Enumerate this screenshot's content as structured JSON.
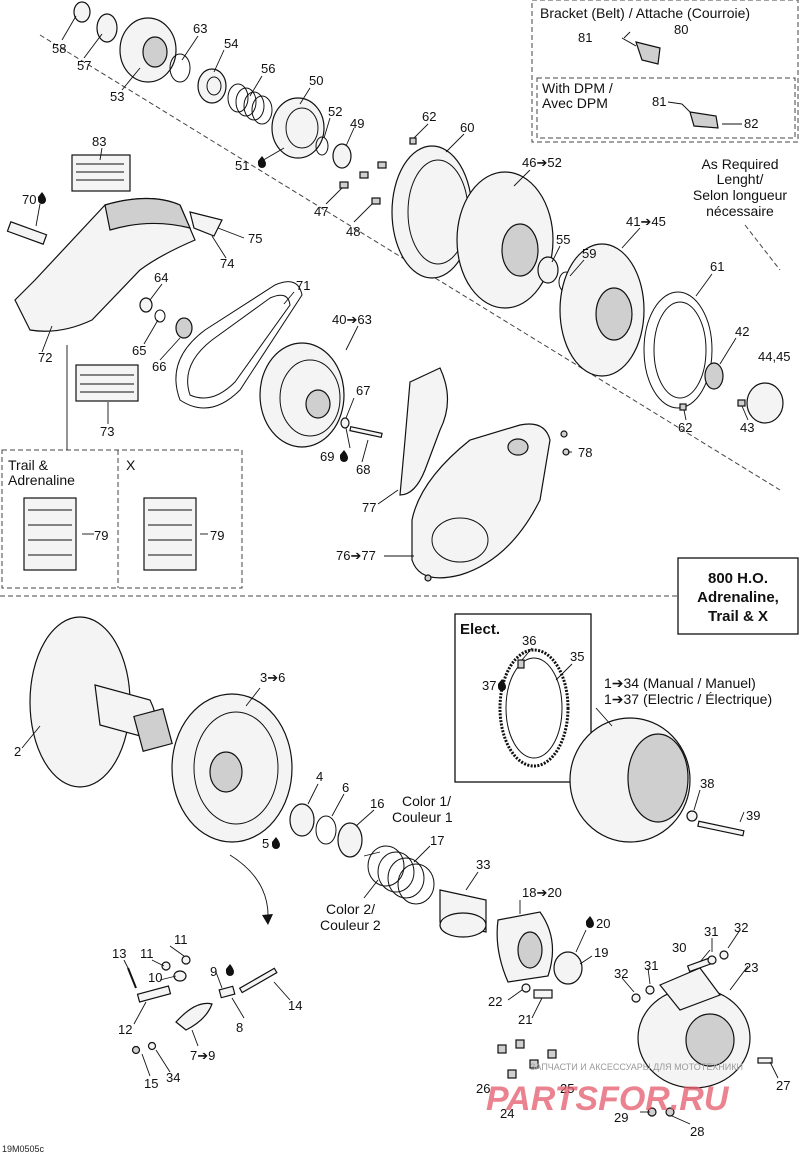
{
  "document_code": "19M0505c",
  "callouts": {
    "c58": "58",
    "c57": "57",
    "c53": "53",
    "c63a": "63",
    "c54": "54",
    "c56": "56",
    "c50": "50",
    "c52": "52",
    "c49": "49",
    "c51": "51",
    "c47": "47",
    "c48": "48",
    "c62a": "62",
    "c60": "60",
    "c46_52": "46➔52",
    "c55": "55",
    "c59": "59",
    "c41_45": "41➔45",
    "c61": "61",
    "c42": "42",
    "c44_45": "44,45",
    "c62b": "62",
    "c43": "43",
    "c83": "83",
    "c70": "70",
    "c75": "75",
    "c74": "74",
    "c64": "64",
    "c65": "65",
    "c66": "66",
    "c72": "72",
    "c73": "73",
    "c71": "71",
    "c40_63": "40➔63",
    "c67": "67",
    "c69": "69",
    "c68": "68",
    "c78": "78",
    "c77": "77",
    "c76_77": "76➔77",
    "c79a": "79",
    "c79b": "79",
    "c81a": "81",
    "c80": "80",
    "c81b": "81",
    "c82": "82",
    "c2": "2",
    "c3_6": "3➔6",
    "c4": "4",
    "c6": "6",
    "c5": "5",
    "c16": "16",
    "c17": "17",
    "c33": "33",
    "c18_20": "18➔20",
    "c20": "20",
    "c19": "19",
    "c36": "36",
    "c35": "35",
    "c37": "37",
    "c38": "38",
    "c39": "39",
    "c13": "13",
    "c11a": "11",
    "c11b": "11",
    "c10": "10",
    "c9": "9",
    "c12": "12",
    "c8": "8",
    "c14": "14",
    "c7_9": "7➔9",
    "c15": "15",
    "c34": "34",
    "c22": "22",
    "c21": "21",
    "c30": "30",
    "c31a": "31",
    "c32a": "32",
    "c23": "23",
    "c32b": "32",
    "c31b": "31",
    "c26": "26",
    "c25": "25",
    "c24": "24",
    "c27": "27",
    "c29": "29",
    "c28": "28"
  },
  "captions": {
    "bracket": "Bracket (Belt) / Attache (Courroie)",
    "dpm_1": "With DPM /",
    "dpm_2": "Avec DPM",
    "as_required_1": "As Required",
    "as_required_2": "Lenght/",
    "as_required_3": "Selon longueur",
    "as_required_4": "nécessaire",
    "trail_1": "Trail &",
    "trail_2": "Adrenaline",
    "x": "X",
    "model_1": "800 H.O.",
    "model_2": "Adrenaline,",
    "model_3": "Trail & X",
    "elect": "Elect.",
    "manual": "1➔34 (Manual / Manuel)",
    "electric": "1➔37 (Electric / Électrique)",
    "color1_1": "Color 1/",
    "color1_2": "Couleur 1",
    "color2_1": "Color 2/",
    "color2_2": "Couleur 2"
  },
  "watermark": {
    "small": "ЗАПЧАСТИ И АКСЕССУАРЫ ДЛЯ МОТОТЕХНИКИ",
    "brand": "PARTSFOR.RU"
  }
}
